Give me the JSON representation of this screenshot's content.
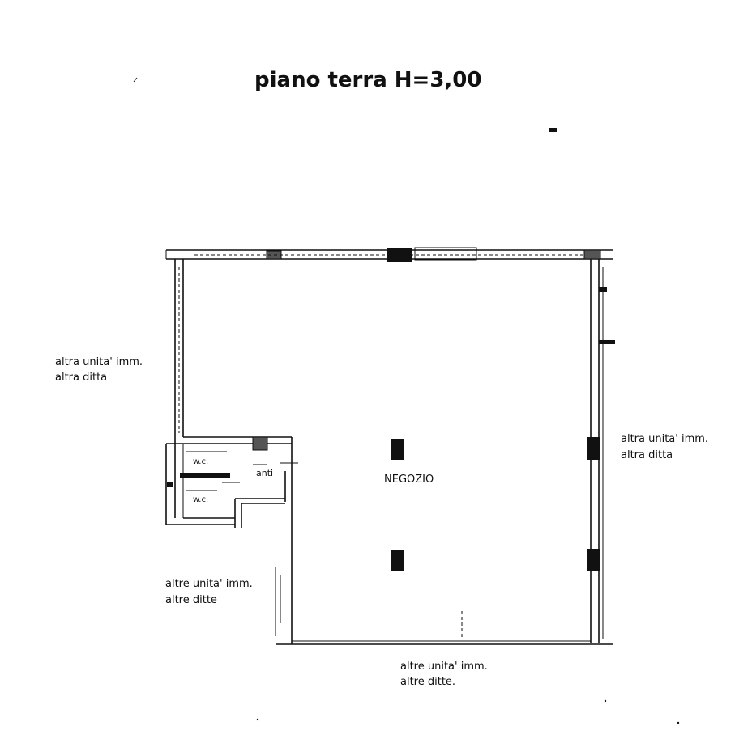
{
  "title": "piano terra H=3,00",
  "room": {
    "main": "NEGOZIO",
    "anti": "anti",
    "wc_upper": "w.c.",
    "wc_lower": "w.c."
  },
  "neighbors": {
    "left_top": {
      "line1": "altra unita' imm.",
      "line2": "altra ditta"
    },
    "right": {
      "line1": "altra unita' imm.",
      "line2": "altra ditta"
    },
    "left_bottom": {
      "line1": "altre unita' imm.",
      "line2": "altre ditte"
    },
    "bottom": {
      "line1": "altre unita' imm.",
      "line2": "altre ditte."
    }
  }
}
